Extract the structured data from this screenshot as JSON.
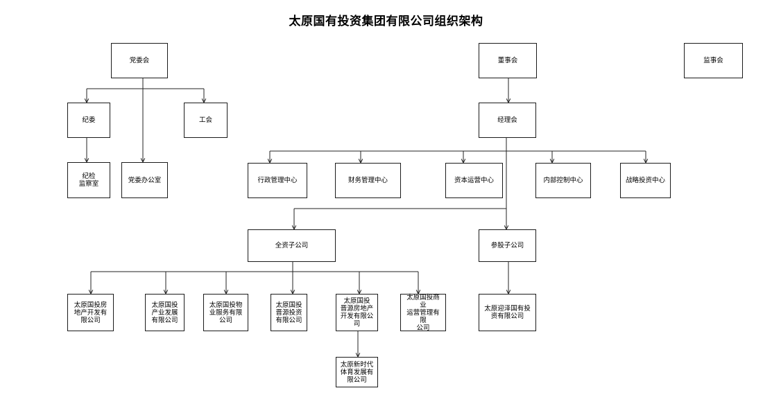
{
  "title": "太原国有投资集团有限公司组织架构",
  "nodes": {
    "party_committee": "党委会",
    "board": "董事会",
    "supervisory": "监事会",
    "discipline": "纪委",
    "union": "工会",
    "general_manager": "经理会",
    "discipline_office": "纪检\n监察室",
    "party_office": "党委办公室",
    "admin_center": "行政管理中心",
    "finance_center": "财务管理中心",
    "capital_center": "资本运营中心",
    "internal_control_center": "内部控制中心",
    "strategy_center": "战略投资中心",
    "wholly_owned": "全资子公司",
    "holding": "参股子公司",
    "sub_realestate": "太原国投房\n地产开发有\n限公司",
    "sub_industry": "太原国投\n产业发展\n有限公司",
    "sub_property": "太原国投物\n业服务有限\n公司",
    "sub_jinyuan": "太原国投\n晋源投资\n有限公司",
    "sub_jinyuan_realestate": "太原国投\n晋源房地产\n开发有限公\n司",
    "sub_commercial": "太原国投商业\n运营管理有限\n公司",
    "sub_yingze": "太原迎泽国有投\n资有限公司",
    "sub_sports": "太原新时代\n体育发展有\n限公司"
  }
}
